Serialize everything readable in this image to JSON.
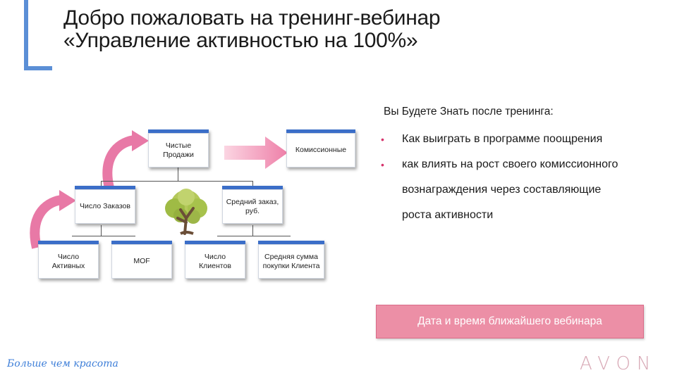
{
  "header": {
    "title_line1": "Добро пожаловать на тренинг-вебинар",
    "title_line2": "«Управление активностью на 100%»"
  },
  "diagram": {
    "top": [
      "Чистые Продажи",
      "Комиссионные"
    ],
    "middle": [
      "Число Заказов",
      "Средний заказ, руб."
    ],
    "bottom": [
      "Число Активных",
      "MOF",
      "Число Клиентов",
      "Средняя сумма покупки Клиента"
    ],
    "tree_icon": "tree-icon",
    "accent_color": "#3b6ec8",
    "arrow_color": "#e879a6"
  },
  "content": {
    "subtitle": "Вы Будете Знать после тренинга:",
    "bullets": [
      "Как выиграть в программе поощрения",
      "как влиять на рост своего комиссионного вознаграждения через составляющие роста активности"
    ]
  },
  "cta": {
    "label": "Дата и время ближайшего вебинара",
    "color": "#ec8fa6"
  },
  "footer": {
    "slogan": "Больше чем красота",
    "brand": "AVON"
  }
}
